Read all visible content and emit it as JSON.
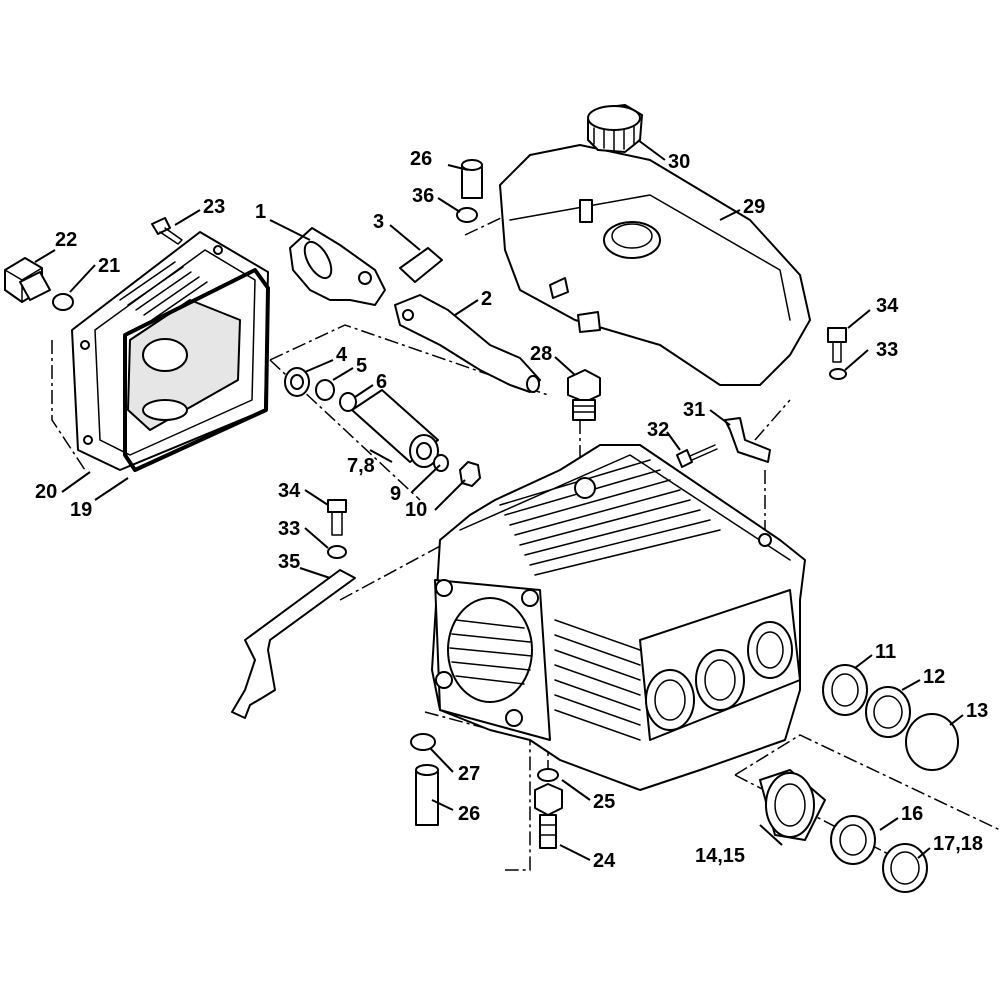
{
  "diagram": {
    "callouts": {
      "c1": "1",
      "c2": "2",
      "c3": "3",
      "c4": "4",
      "c5": "5",
      "c6": "6",
      "c7_8": "7,8",
      "c9": "9",
      "c10": "10",
      "c11": "11",
      "c12": "12",
      "c13": "13",
      "c14_15": "14,15",
      "c16": "16",
      "c17_18": "17,18",
      "c19": "19",
      "c20": "20",
      "c21": "21",
      "c22": "22",
      "c23": "23",
      "c24": "24",
      "c25": "25",
      "c26a": "26",
      "c26b": "26",
      "c27": "27",
      "c28": "28",
      "c29": "29",
      "c30": "30",
      "c31": "31",
      "c32": "32",
      "c33a": "33",
      "c33b": "33",
      "c34a": "34",
      "c34b": "34",
      "c35": "35",
      "c36": "36"
    }
  }
}
